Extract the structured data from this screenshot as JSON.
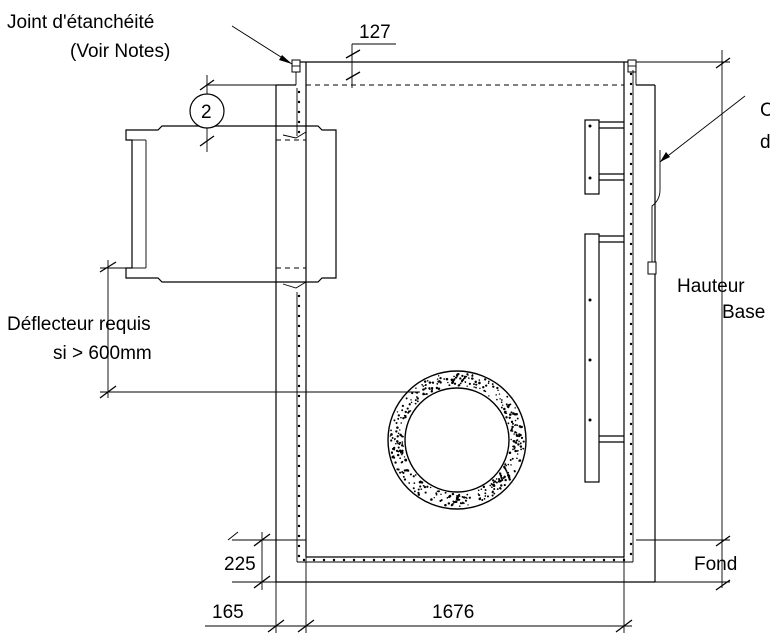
{
  "labels": {
    "seal_line1": "Joint d'étanchéité",
    "seal_line2": "(Voir Notes)",
    "dim_top": "127",
    "callout_number": "2",
    "deflector_line1": "Déflecteur requis",
    "deflector_line2": "si > 600mm",
    "height_line1": "Hauteur",
    "height_line2": "Base",
    "right_cut1": "C",
    "right_cut2": "d",
    "dim_floor": "225",
    "floor_label": "Fond",
    "dim_wall": "165",
    "dim_inner": "1676"
  }
}
